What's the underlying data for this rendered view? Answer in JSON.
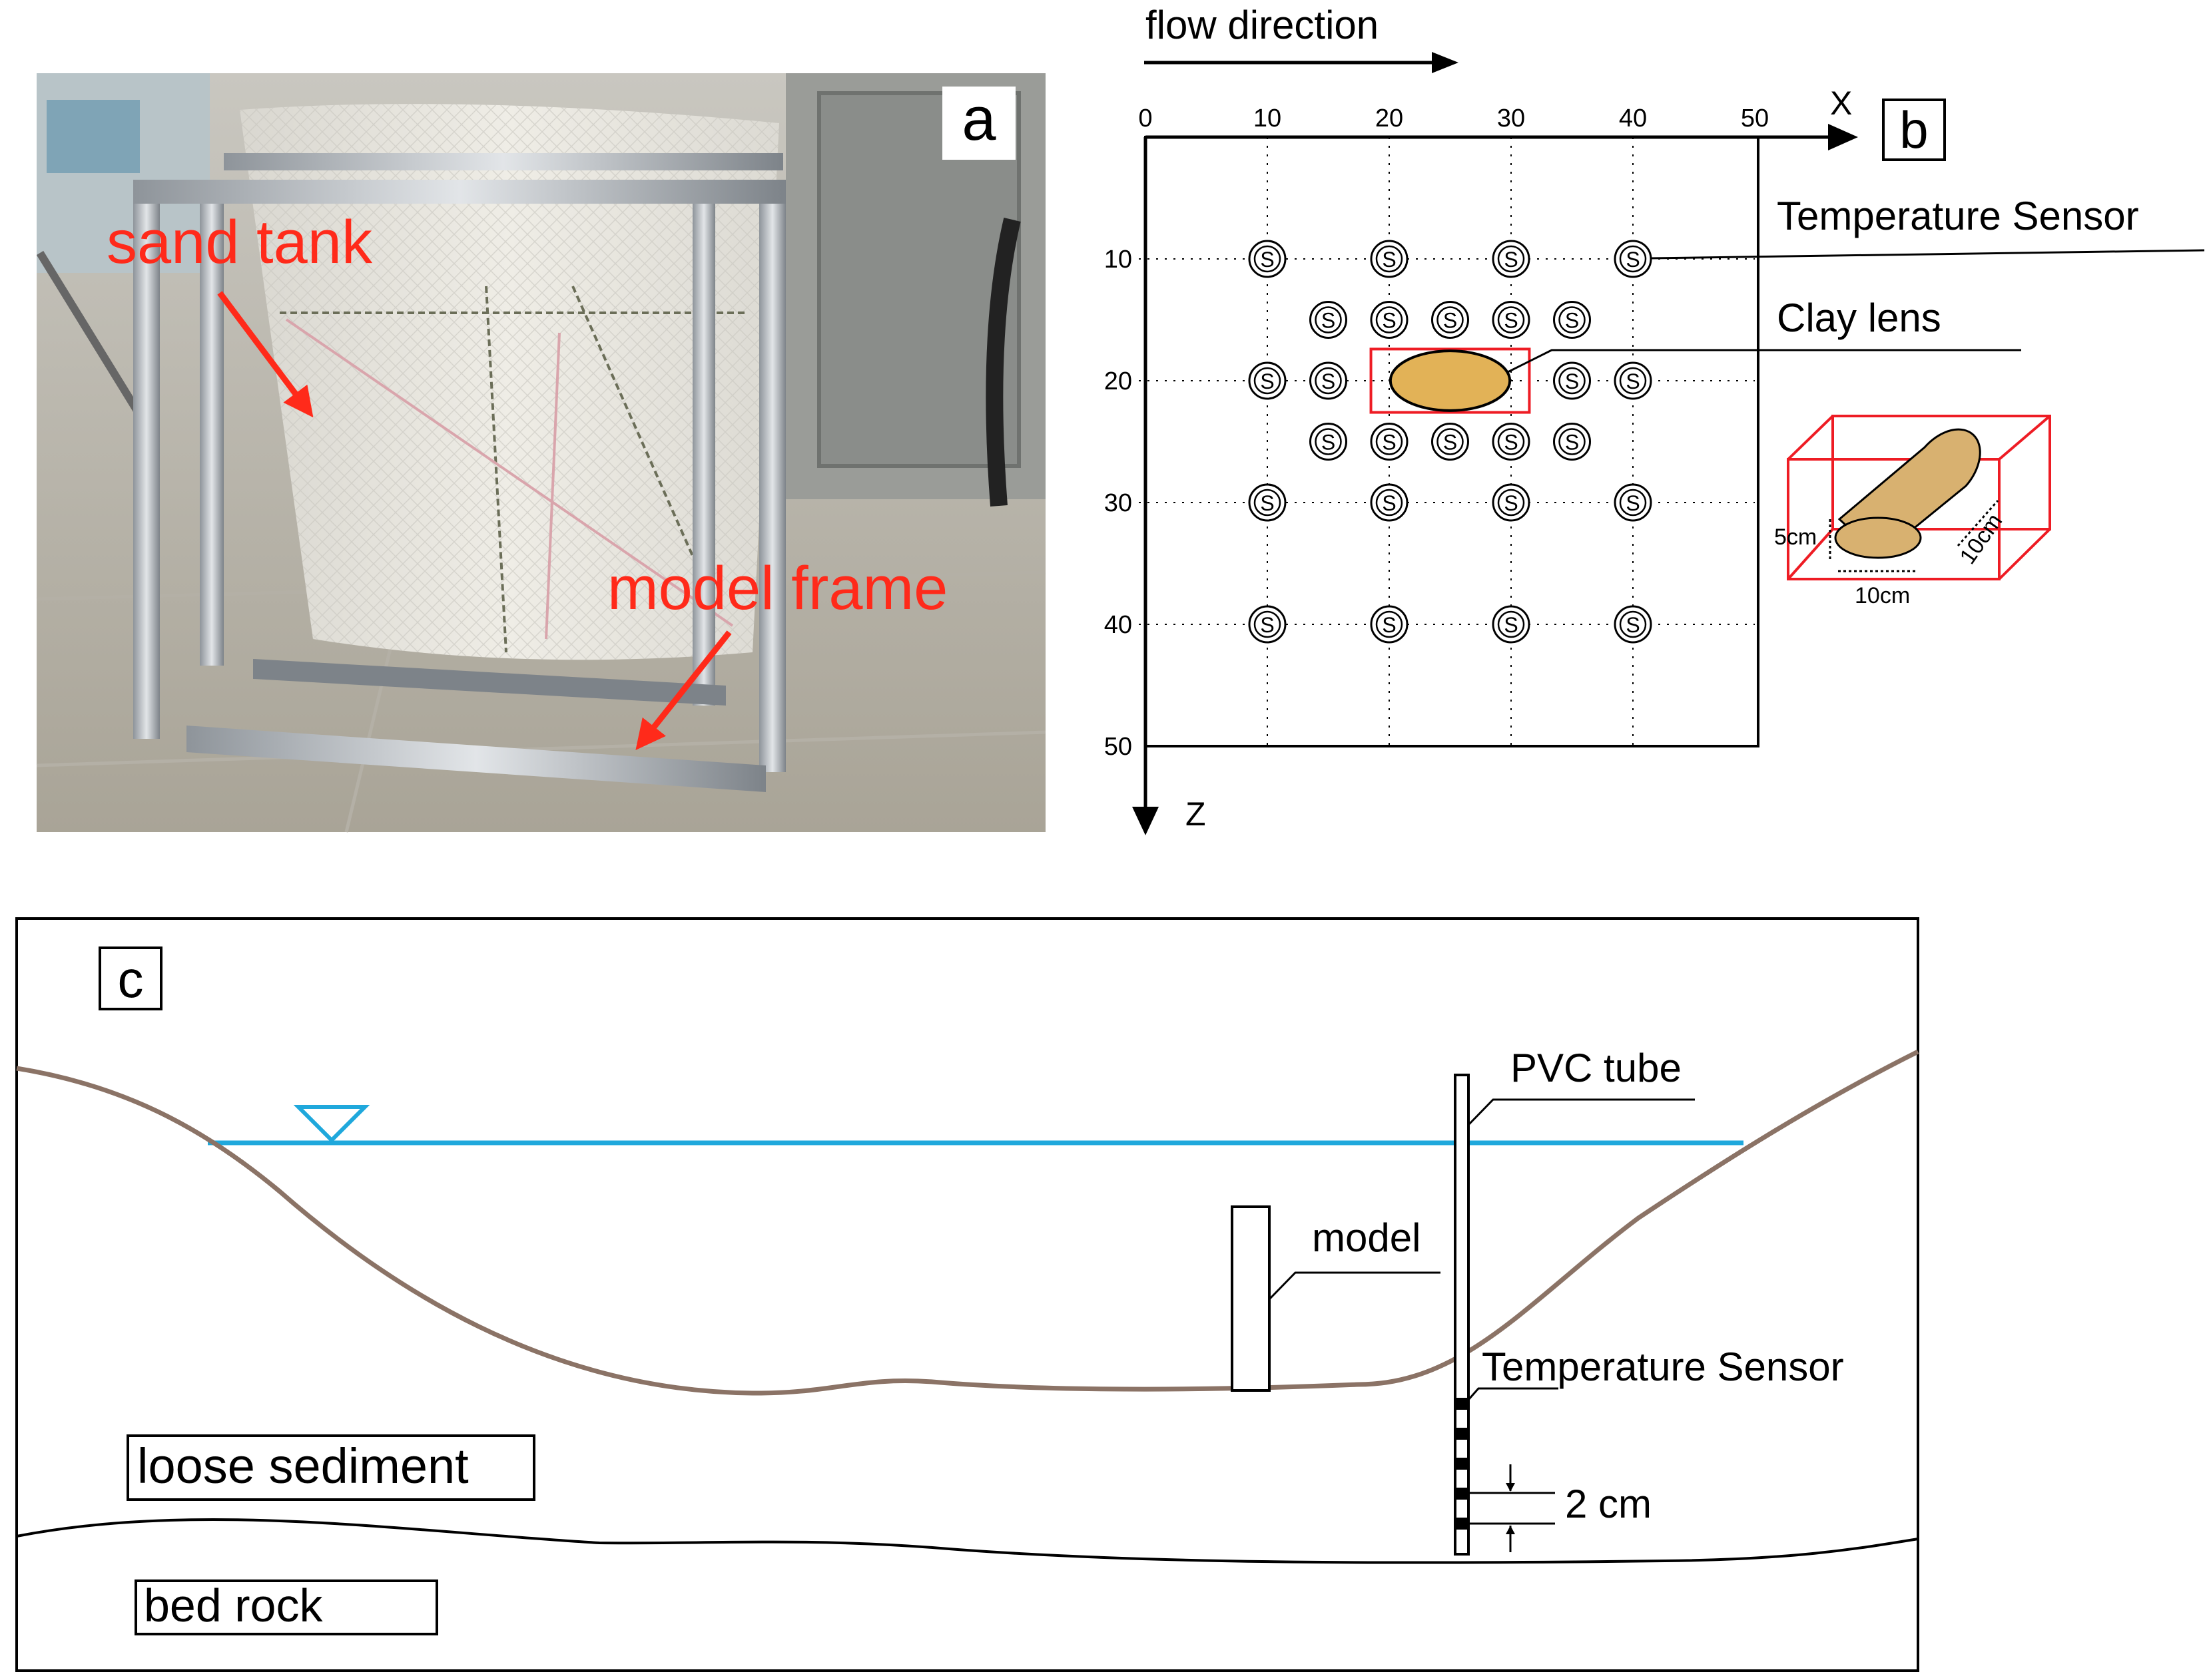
{
  "panel_a": {
    "label": "a",
    "annotations": {
      "sand_tank": "sand tank",
      "model_frame": "model frame"
    },
    "colors": {
      "annotation": "#ff2a1a",
      "frame": "#b9bdc2",
      "mesh": "#ebe8e1"
    }
  },
  "panel_b": {
    "label": "b",
    "flow_label": "flow direction",
    "x_axis_label": "X",
    "z_axis_label": "Z",
    "x_ticks": [
      "0",
      "10",
      "20",
      "30",
      "40",
      "50"
    ],
    "z_ticks": [
      "10",
      "20",
      "30",
      "40",
      "50"
    ],
    "sensor_symbol": "S",
    "sensor_label": "Temperature Sensor",
    "clay_label": "Clay lens",
    "dim_height": "5cm",
    "dim_width": "10cm",
    "dim_depth": "10cm",
    "sensors": [
      {
        "x": 10,
        "z": 10
      },
      {
        "x": 20,
        "z": 10
      },
      {
        "x": 30,
        "z": 10
      },
      {
        "x": 40,
        "z": 10
      },
      {
        "x": 15,
        "z": 15
      },
      {
        "x": 20,
        "z": 15
      },
      {
        "x": 25,
        "z": 15
      },
      {
        "x": 30,
        "z": 15
      },
      {
        "x": 35,
        "z": 15
      },
      {
        "x": 10,
        "z": 20
      },
      {
        "x": 15,
        "z": 20
      },
      {
        "x": 35,
        "z": 20
      },
      {
        "x": 40,
        "z": 20
      },
      {
        "x": 15,
        "z": 25
      },
      {
        "x": 20,
        "z": 25
      },
      {
        "x": 25,
        "z": 25
      },
      {
        "x": 30,
        "z": 25
      },
      {
        "x": 35,
        "z": 25
      },
      {
        "x": 10,
        "z": 30
      },
      {
        "x": 20,
        "z": 30
      },
      {
        "x": 30,
        "z": 30
      },
      {
        "x": 40,
        "z": 30
      },
      {
        "x": 10,
        "z": 40
      },
      {
        "x": 20,
        "z": 40
      },
      {
        "x": 30,
        "z": 40
      },
      {
        "x": 40,
        "z": 40
      }
    ],
    "clay_lens": {
      "x_center": 25,
      "z_center": 20,
      "half_width": 5,
      "half_height": 2.5
    },
    "colors": {
      "clay": "#e2b257",
      "box": "#ee1c24"
    }
  },
  "panel_c": {
    "label": "c",
    "pvc_label": "PVC tube",
    "model_label": "model",
    "sensor_label": "Temperature Sensor",
    "spacing_label": "2 cm",
    "sediment_label": "loose sediment",
    "bedrock_label": "bed rock",
    "colors": {
      "water": "#1fa8dc",
      "riverbed": "#8b7366"
    }
  }
}
